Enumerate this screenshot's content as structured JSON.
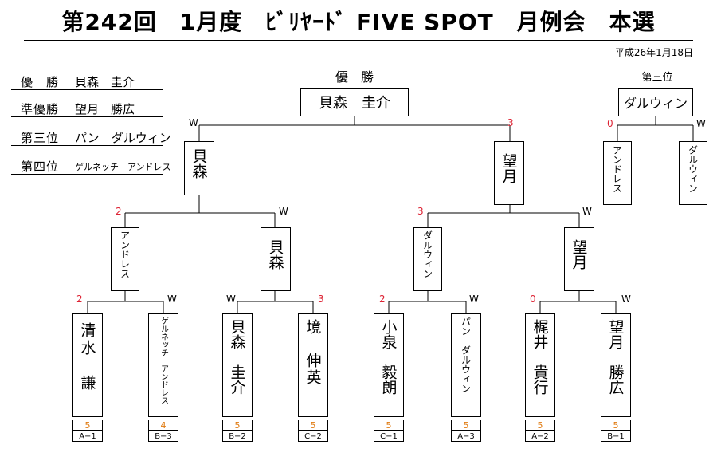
{
  "title": "第242回　1月度　ﾋﾞﾘﾔｰﾄﾞ FIVE SPOT　月例会　本選",
  "date": "平成26年1月18日",
  "results": [
    {
      "label": "優　勝",
      "name": "貝森　圭介"
    },
    {
      "label": "準優勝",
      "name": "望月　勝広"
    },
    {
      "label": "第三位",
      "name": "パン　ダルウィン"
    },
    {
      "label": "第四位",
      "name": "ゲルネッチ　アンドレス"
    }
  ],
  "champion_header": "優　勝",
  "champion_name": "貝森　圭介",
  "third_header": "第三位",
  "third_name": "ダルウィン",
  "final": {
    "left": {
      "name": "貝森",
      "score": "W"
    },
    "right": {
      "name": "望月",
      "score": "3"
    }
  },
  "third_match": {
    "left": {
      "name": "アンドレス",
      "score": "0"
    },
    "right": {
      "name": "ダルウィン",
      "score": "W"
    }
  },
  "semis": [
    {
      "left": {
        "name": "アンドレス",
        "score": "2"
      },
      "right": {
        "name": "貝森",
        "score": "W"
      }
    },
    {
      "left": {
        "name": "ダルウィン",
        "score": "3"
      },
      "right": {
        "name": "望月",
        "score": "W"
      }
    }
  ],
  "first_round": [
    {
      "left": {
        "score": "2"
      },
      "right": {
        "score": "W"
      }
    },
    {
      "left": {
        "score": "W"
      },
      "right": {
        "score": "3"
      }
    },
    {
      "left": {
        "score": "2"
      },
      "right": {
        "score": "W"
      }
    },
    {
      "left": {
        "score": "0"
      },
      "right": {
        "score": "W"
      }
    }
  ],
  "players": [
    {
      "name": "清水　謙",
      "seed": "5",
      "code": "A−1"
    },
    {
      "name": "ゲルネッチ　アンドレス",
      "seed": "4",
      "code": "B−3"
    },
    {
      "name": "貝森　圭介",
      "seed": "5",
      "code": "B−2"
    },
    {
      "name": "境　伸英",
      "seed": "5",
      "code": "C−2"
    },
    {
      "name": "小泉　毅朗",
      "seed": "5",
      "code": "C−1"
    },
    {
      "name": "パン　ダルウィン",
      "seed": "5",
      "code": "A−3"
    },
    {
      "name": "梶井　貴行",
      "seed": "5",
      "code": "A−2"
    },
    {
      "name": "望月　勝広",
      "seed": "5",
      "code": "B−1"
    }
  ]
}
